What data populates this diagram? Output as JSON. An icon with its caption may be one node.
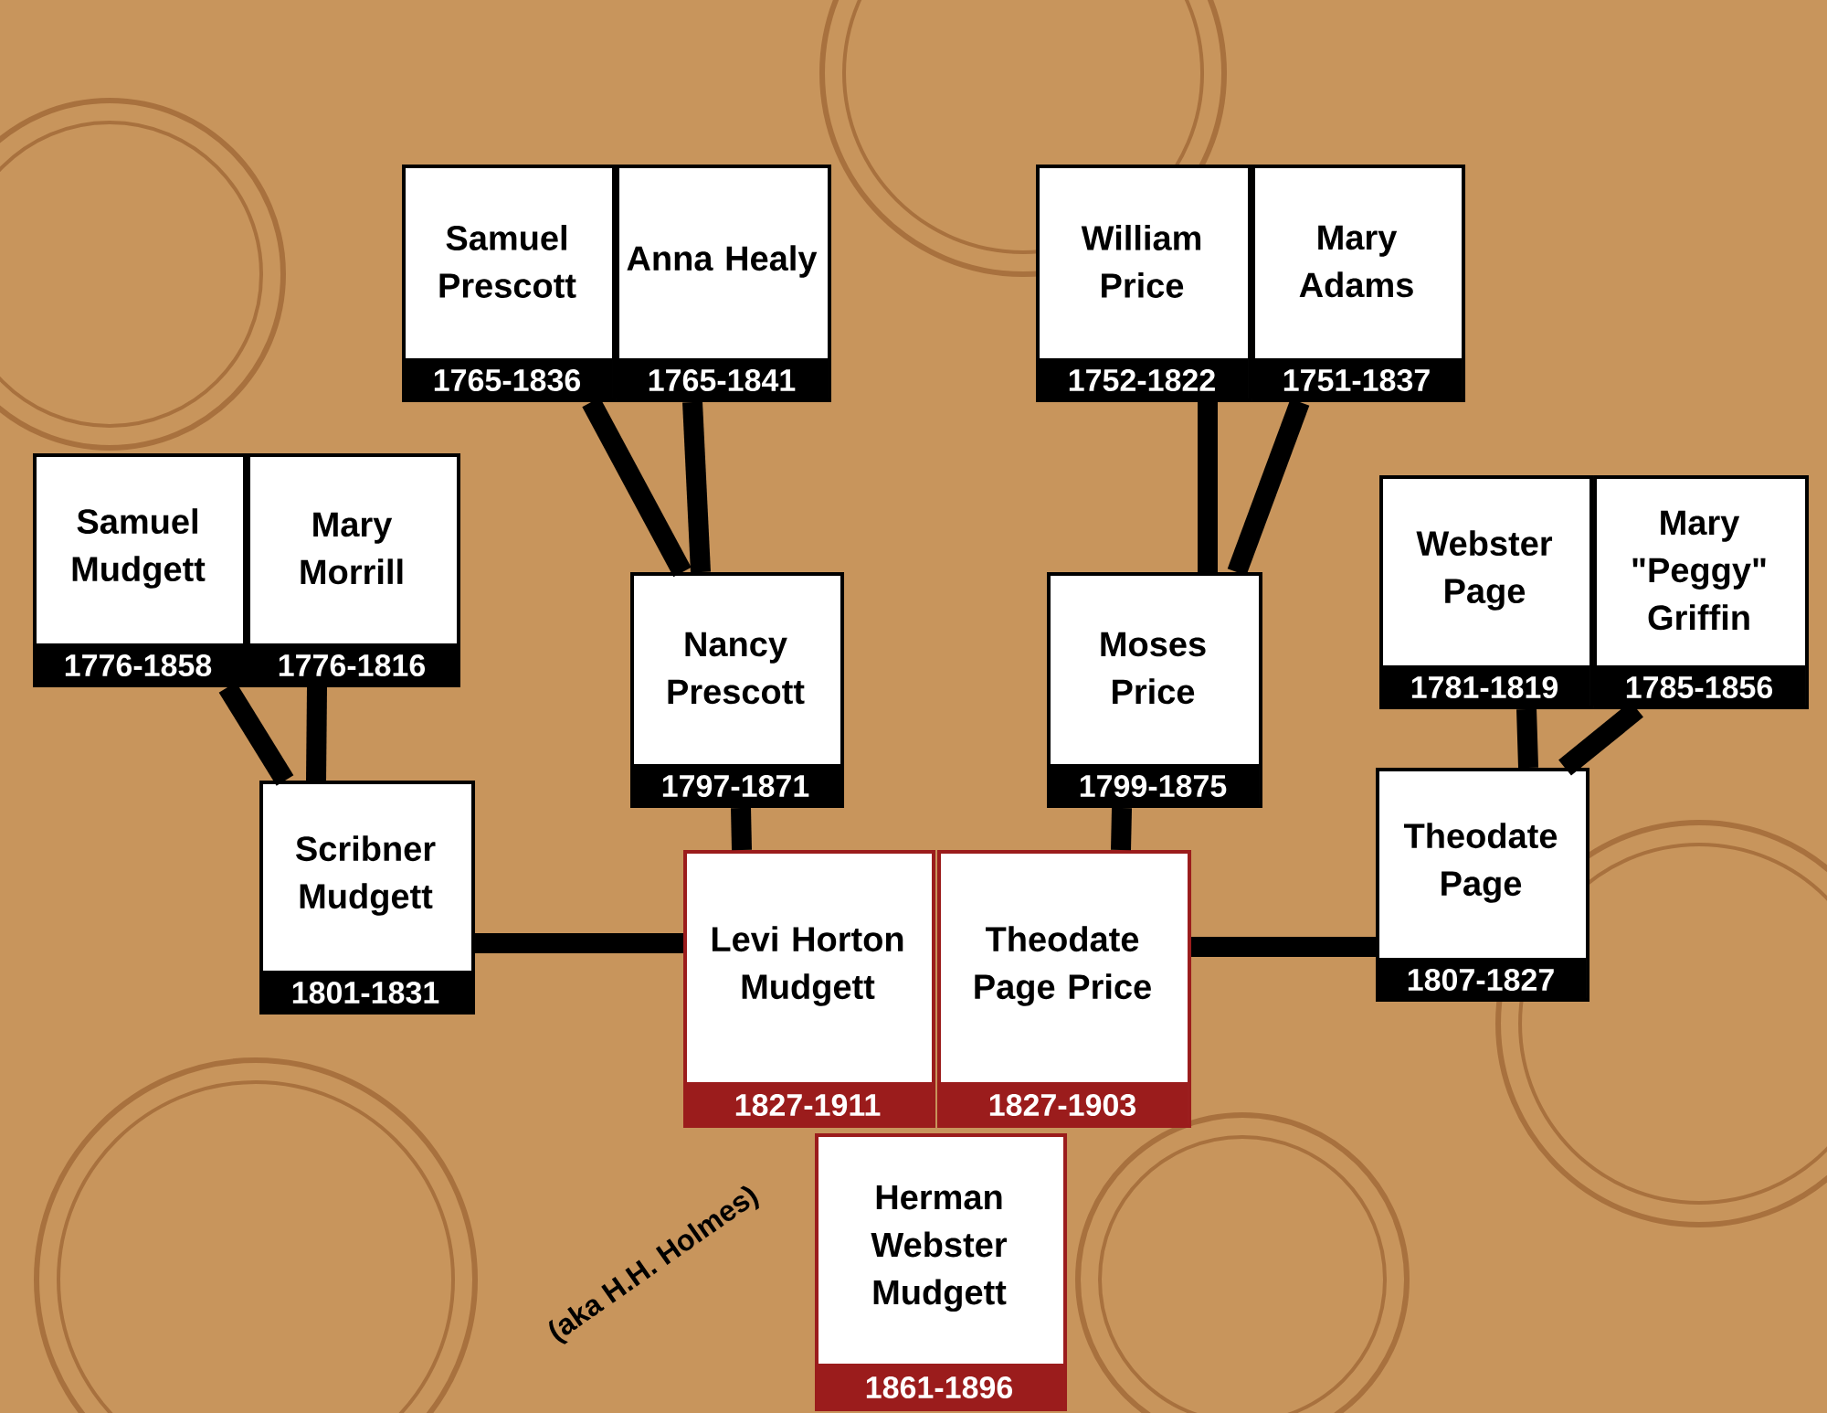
{
  "diagram": {
    "nodes": [
      {
        "text": [
          "Samuel Prescott",
          "1765-1836"
        ]
      },
      {
        "text": [
          "Anna Healy",
          "1765-1841"
        ]
      },
      {
        "text": [
          "William Price",
          "1752-1822"
        ]
      },
      {
        "text": [
          "Mary Adams",
          "1751-1837"
        ]
      },
      {
        "text": [
          "Samuel Mudgett",
          "1776-1858"
        ]
      },
      {
        "text": [
          "Mary Morrill",
          "1776-1816"
        ]
      },
      {
        "text": [
          "Nancy Prescott",
          "1797-1871"
        ]
      },
      {
        "text": [
          "Moses Price",
          "1799-1875"
        ]
      },
      {
        "text": [
          "Webster Page",
          "1781-1819"
        ]
      },
      {
        "text": [
          "Mary \"Peggy\" Griffin",
          "1785-1856"
        ]
      },
      {
        "text": [
          "Scribner Mudgett",
          "1801-1831"
        ]
      },
      {
        "text": [
          "Theodate Page",
          "1807-1827"
        ]
      },
      {
        "text": [
          "Levi Horton Mudgett",
          "1827-1911"
        ]
      },
      {
        "text": [
          "Theodate Page Price",
          "1827-1903"
        ]
      },
      {
        "text": [
          "Herman Webster Mudgett",
          "1861-1896"
        ]
      }
    ],
    "edges": [
      {
        "from": 0,
        "to": 6,
        "arrow": "none"
      },
      {
        "from": 1,
        "to": 6,
        "arrow": "none"
      },
      {
        "from": 2,
        "to": 7,
        "arrow": "none"
      },
      {
        "from": 3,
        "to": 7,
        "arrow": "none"
      },
      {
        "from": 4,
        "to": 10,
        "arrow": "none"
      },
      {
        "from": 5,
        "to": 10,
        "arrow": "none"
      },
      {
        "from": 8,
        "to": 11,
        "arrow": "none"
      },
      {
        "from": 9,
        "to": 11,
        "arrow": "none"
      },
      {
        "from": 10,
        "to": 12,
        "arrow": "none"
      },
      {
        "from": 6,
        "to": 12,
        "arrow": "none"
      },
      {
        "from": 7,
        "to": 13,
        "arrow": "none"
      },
      {
        "from": 11,
        "to": 13,
        "arrow": "none"
      }
    ],
    "labels": [
      "(aka H.H. Holmes)"
    ]
  }
}
